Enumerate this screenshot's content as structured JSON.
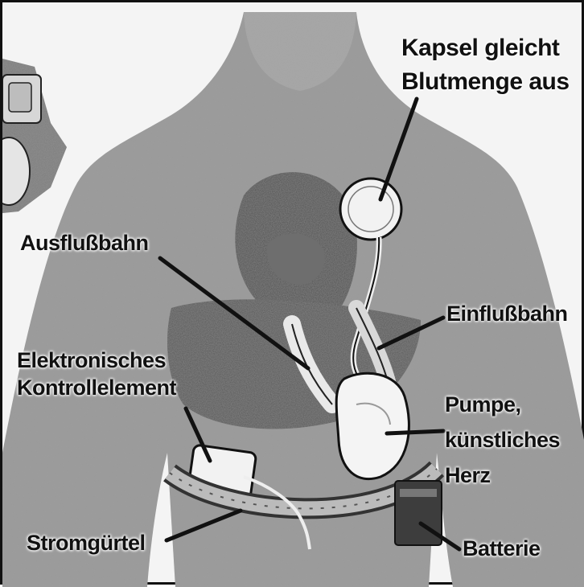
{
  "labels": {
    "capsule": [
      "Kapsel gleicht",
      "Blutmenge aus"
    ],
    "outflow": "Ausflußbahn",
    "inflow": "Einflußbahn",
    "control": [
      "Elektronisches",
      "Kontrollelement"
    ],
    "pump": [
      "Pumpe,",
      "künstliches",
      "Herz"
    ],
    "belt": "Stromgürtel",
    "battery": "Batterie"
  },
  "colors": {
    "ink": "#111111",
    "body_tone": "#8a8a8a",
    "background": "#f4f4f4"
  }
}
